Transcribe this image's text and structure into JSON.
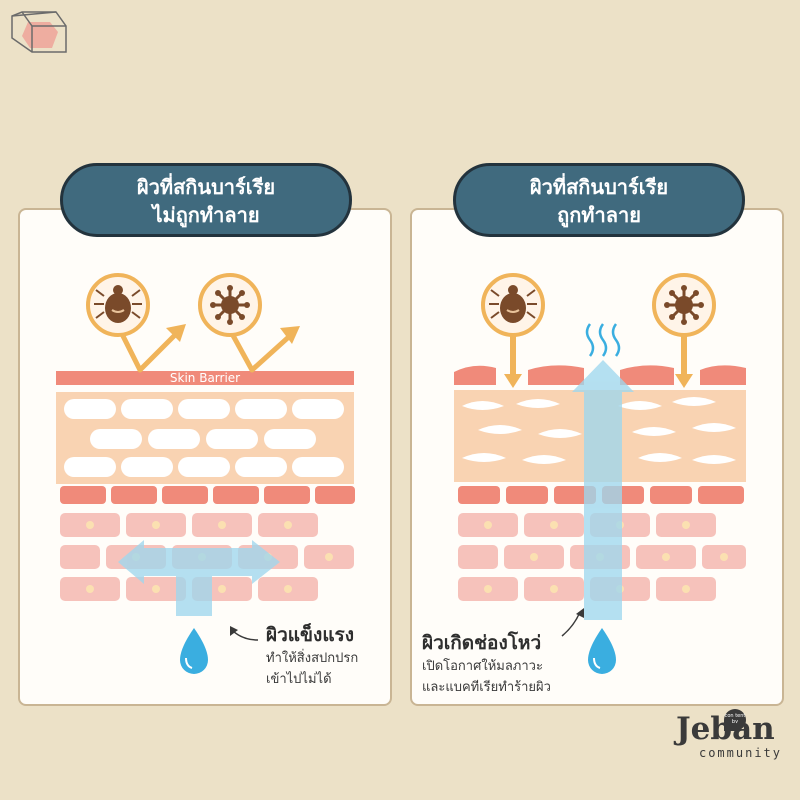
{
  "colors": {
    "background": "#ece1c7",
    "panel": "#fffdf9",
    "title_fill": "#406a7e",
    "barrier_red": "#f08a7a",
    "upper_layer": "#f9d3b2",
    "lower_cells": "#f6c2bb",
    "nucleus": "#fbe0b1",
    "arrow_orange": "#f0b45a",
    "water_blue": "#9fd7ee",
    "drop_blue": "#3aaee0",
    "germ_brown": "#7a4a2a"
  },
  "left_panel": {
    "title_line1": "ผิวที่สกินบาร์เรีย",
    "title_line2": "ไม่ถูกทำลาย",
    "barrier_label": "Skin Barrier",
    "caption_head": "ผิวแข็งแรง",
    "caption_line1": "ทำให้สิ่งสปกปรก",
    "caption_line2": "เข้าไปไม่ได้"
  },
  "right_panel": {
    "title_line1": "ผิวที่สกินบาร์เรีย",
    "title_line2": "ถูกทำลาย",
    "caption_head": "ผิวเกิดช่องโหว่",
    "caption_line1": "เปิดโอกาศให้มลภาวะ",
    "caption_line2": "และแบคทีเรียทำร้ายผิว"
  },
  "icons": {
    "logo": "cube-logo-icon",
    "dust_mite": "dust-mite-icon",
    "virus": "virus-icon",
    "water_drop": "water-drop-icon",
    "steam": "steam-icon"
  },
  "brand": {
    "tag": "con tent by",
    "name": "Jeban",
    "sub": "community"
  }
}
